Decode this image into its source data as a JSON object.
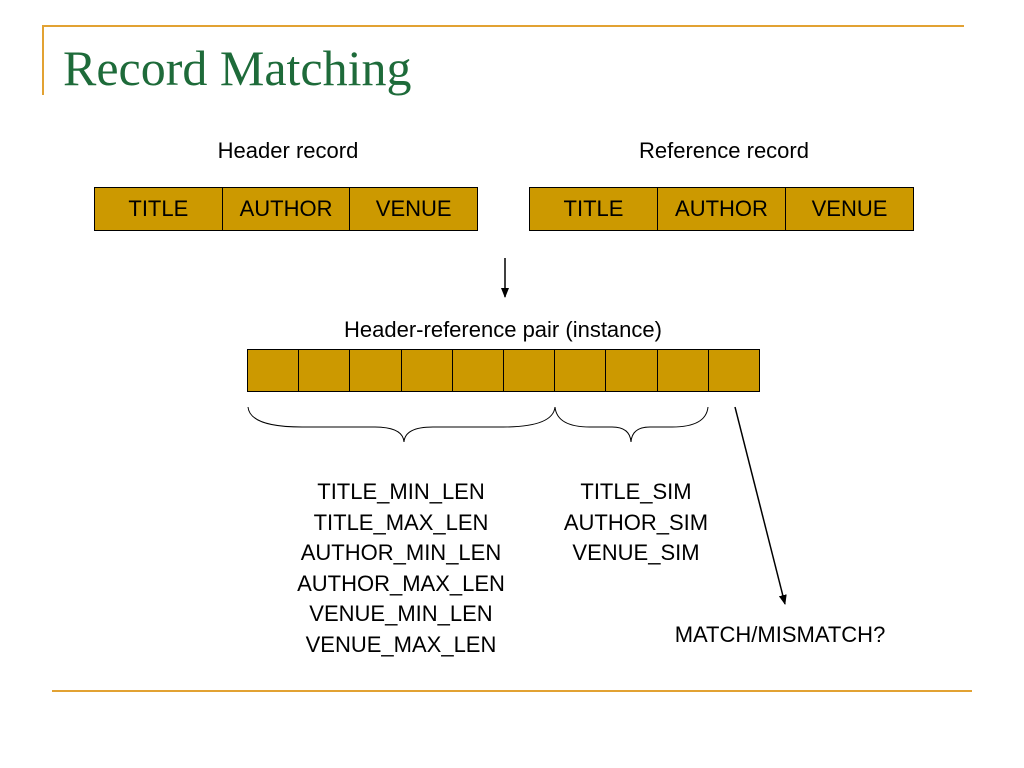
{
  "slide": {
    "title": "Record Matching"
  },
  "header_record": {
    "label": "Header record",
    "fields": [
      "TITLE",
      "AUTHOR",
      "VENUE"
    ]
  },
  "reference_record": {
    "label": "Reference record",
    "fields": [
      "TITLE",
      "AUTHOR",
      "VENUE"
    ]
  },
  "pair": {
    "label": "Header-reference pair (instance)",
    "cell_count": 10
  },
  "length_features": [
    "TITLE_MIN_LEN",
    "TITLE_MAX_LEN",
    "AUTHOR_MIN_LEN",
    "AUTHOR_MAX_LEN",
    "VENUE_MIN_LEN",
    "VENUE_MAX_LEN"
  ],
  "similarity_features": [
    "TITLE_SIM",
    "AUTHOR_SIM",
    "VENUE_SIM"
  ],
  "outcome": {
    "label": "MATCH/MISMATCH?"
  },
  "colors": {
    "title_text": "#1E6B3A",
    "rule": "#E2A233",
    "cell_fill": "#CC9900",
    "border": "#000000"
  }
}
